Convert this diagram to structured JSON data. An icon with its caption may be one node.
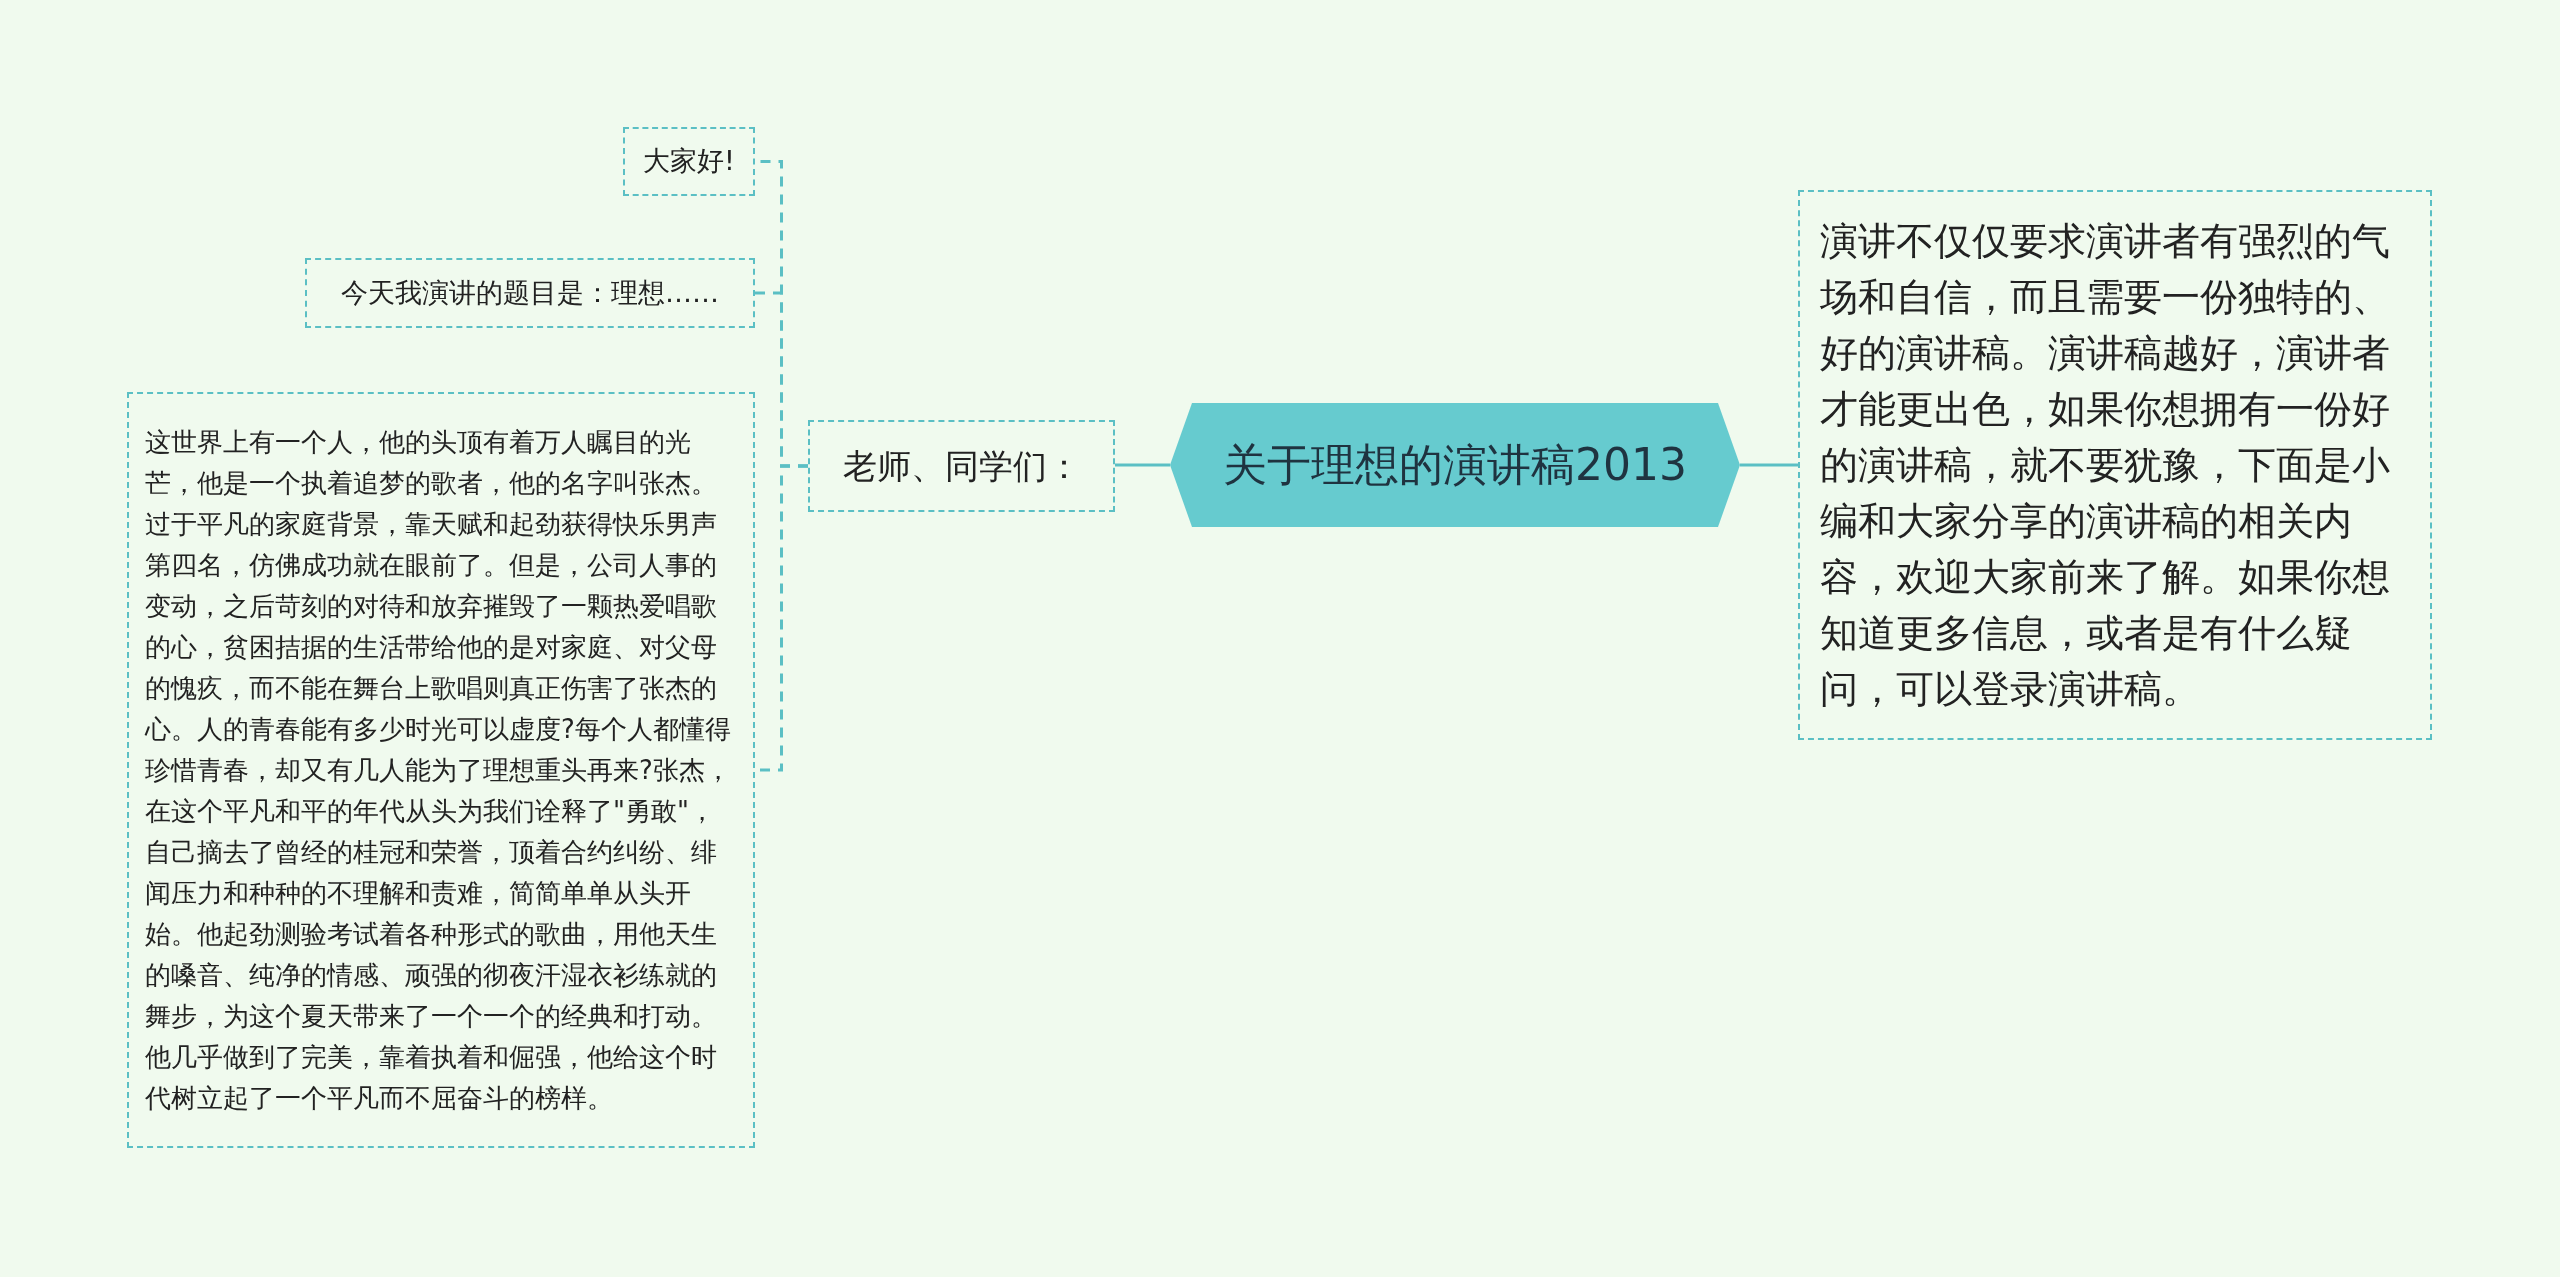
{
  "diagram": {
    "nodes": [
      {
        "text": [
          "关于理想的演讲稿2013"
        ]
      },
      {
        "text": [
          "老师、同学们："
        ]
      },
      {
        "text": [
          "大家好!"
        ]
      },
      {
        "text": [
          "今天我演讲的题目是：理想……"
        ]
      },
      {
        "text": [
          "这世界上有一个人，他的头顶有着万人瞩目的光芒，他是一个执着追梦的歌者，他的名字叫张杰。过于平凡的家庭背景，靠天赋和起劲获得快乐男声第四名，仿佛成功就在眼前了。但是，公司人事的变动，之后苛刻的对待和放弃摧毁了一颗热爱唱歌的心，贫困拮据的生活带给他的是对家庭、对父母的愧疚，而不能在舞台上歌唱则真正伤害了张杰的心。人的青春能有多少时光可以虚度?每个人都懂得珍惜青春，却又有几人能为了理想重头再来?张杰，在这个平凡和平的年代从头为我们诠释了\"勇敢\"，自己摘去了曾经的桂冠和荣誉，顶着合约纠纷、绯闻压力和种种的不理解和责难，简简单单从头开始。他起劲测验考试着各种形式的歌曲，用他天生的嗓音、纯净的情感、顽强的彻夜汗湿衣衫练就的舞步，为这个夏天带来了一个一个的经典和打动。他几乎做到了完美，靠着执着和倔强，他给这个时代树立起了一个平凡而不屈奋斗的榜样。"
        ]
      },
      {
        "text": [
          "演讲不仅仅要求演讲者有强烈的气场和自信，而且需要一份独特的、好的演讲稿。演讲稿越好，演讲者才能更出色，如果你想拥有一份好的演讲稿，就不要犹豫，下面是小编和大家分享的演讲稿的相关内容，欢迎大家前来了解。如果你想知道更多信息，或者是有什么疑问，可以登录演讲稿。"
        ]
      }
    ],
    "edges": [
      {
        "from": 0,
        "to": 1,
        "arrow": "none"
      },
      {
        "from": 1,
        "to": 2,
        "arrow": "none",
        "style": "dashed"
      },
      {
        "from": 1,
        "to": 3,
        "arrow": "none",
        "style": "dashed"
      },
      {
        "from": 1,
        "to": 4,
        "arrow": "none",
        "style": "dashed"
      },
      {
        "from": 0,
        "to": 5,
        "arrow": "none"
      }
    ]
  }
}
